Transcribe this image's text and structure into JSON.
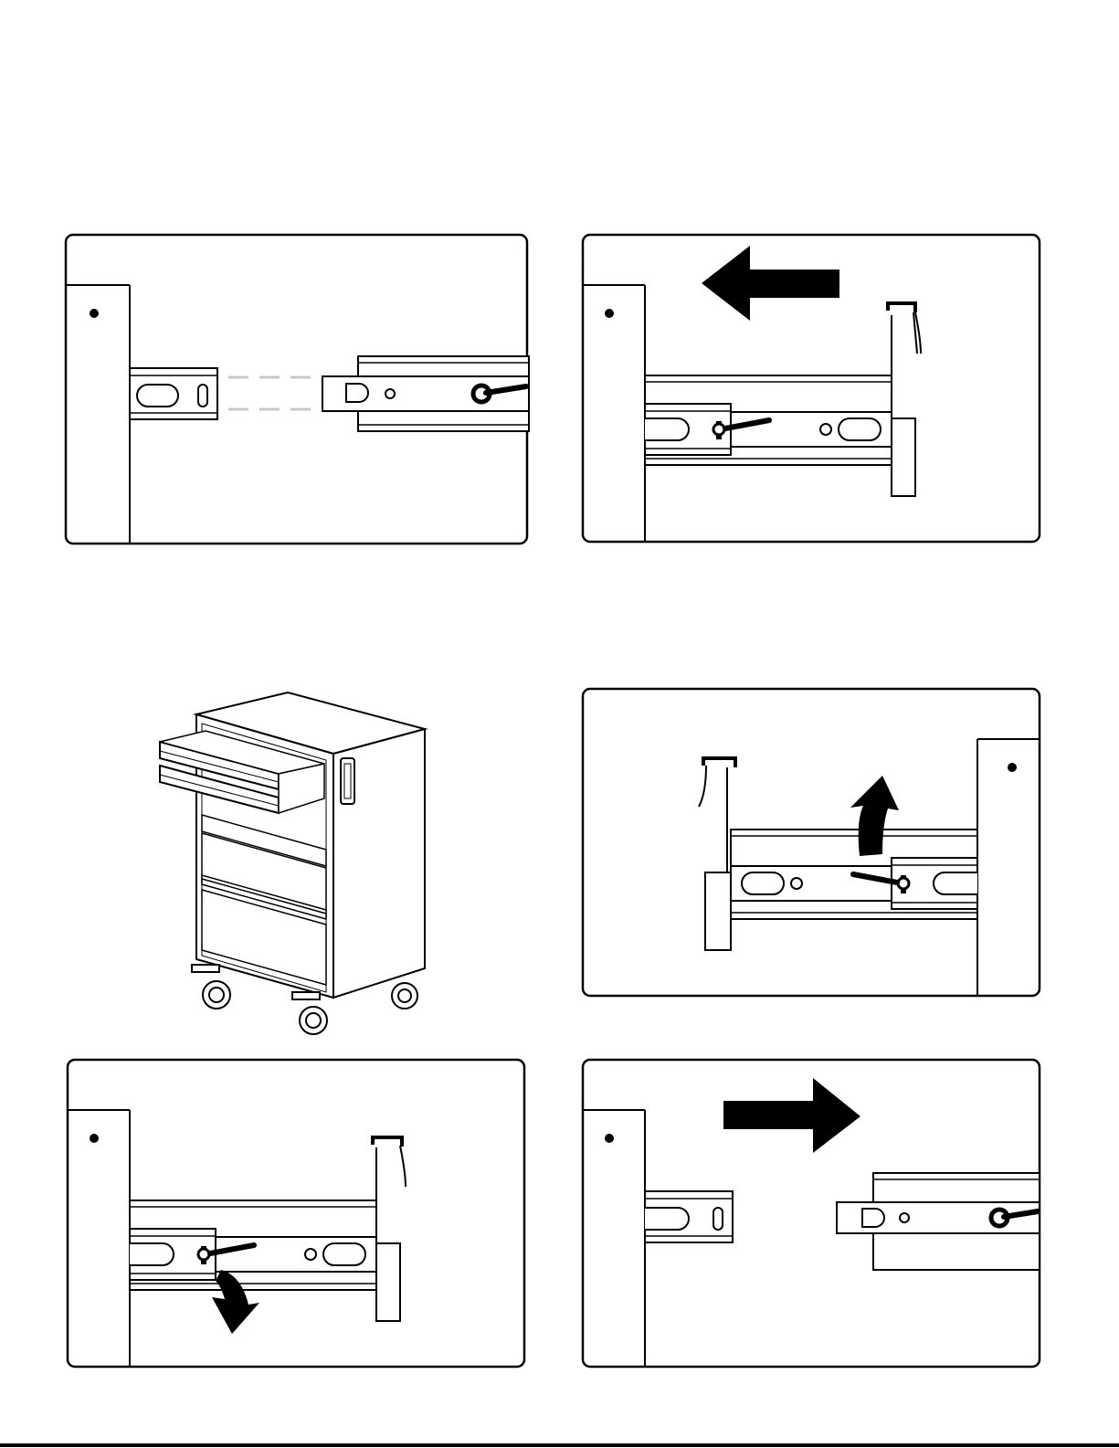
{
  "document": {
    "title": "",
    "colors": {
      "ink": "#000000",
      "paper": "#ffffff",
      "guide": "#c8c8c8"
    },
    "panels": [
      {
        "name": "step-1-align-slides",
        "arrow": "none"
      },
      {
        "name": "step-2-push-drawer-in",
        "arrow": "left"
      },
      {
        "name": "step-3-drawer-overview",
        "arrow": "none"
      },
      {
        "name": "step-4-lift-release-lever",
        "arrow": "up"
      },
      {
        "name": "step-5-press-release-lever",
        "arrow": "down"
      },
      {
        "name": "step-6-pull-drawer-out",
        "arrow": "right"
      }
    ]
  }
}
